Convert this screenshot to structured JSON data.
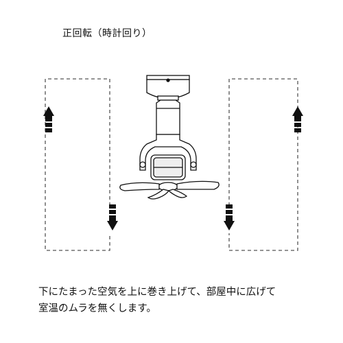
{
  "title": "正回転（時計回り）",
  "caption": {
    "line1": "下にたまった空気を上に巻き上げて、部屋中に広げて",
    "line2": "室温のムラを無くします。"
  },
  "icons": {
    "up_arrow": "up-arrow-icon",
    "down_arrow": "down-arrow-icon"
  },
  "colors": {
    "line": "#111111",
    "dashed": "#555555",
    "background": "#ffffff"
  }
}
